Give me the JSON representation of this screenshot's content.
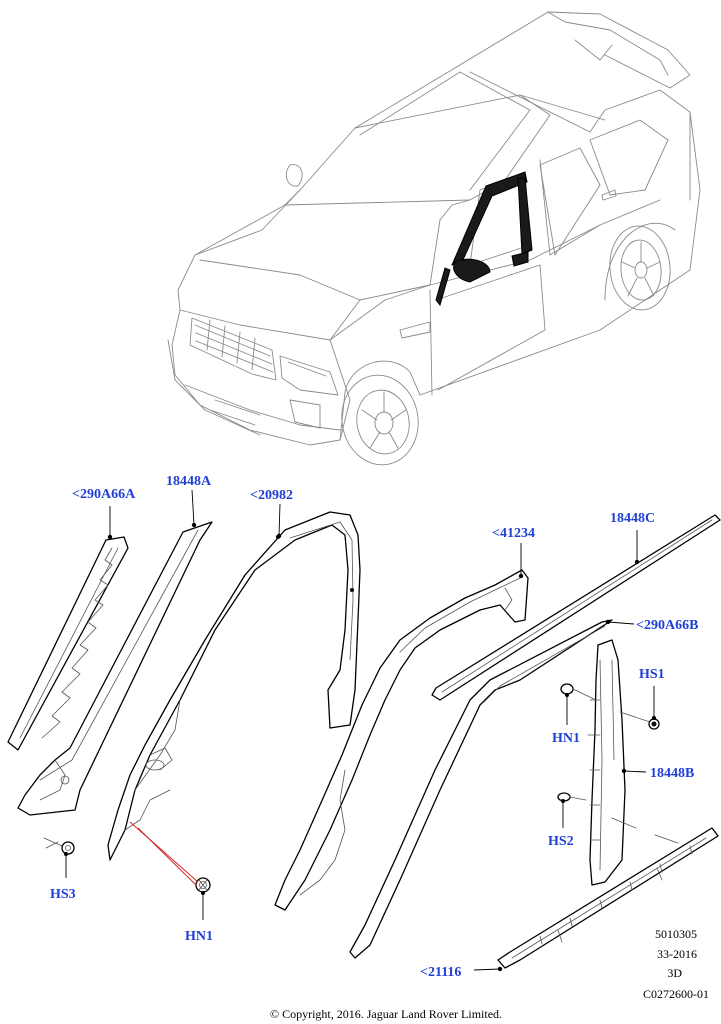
{
  "callouts": {
    "c290a66a": "<290A66A",
    "c18448a": "18448A",
    "c20982": "<20982",
    "c41234": "<41234",
    "c18448c": "18448C",
    "c290a66b": "<290A66B",
    "hs1": "HS1",
    "hn1_right": "HN1",
    "c18448b": "18448B",
    "hs2": "HS2",
    "hs3": "HS3",
    "hn1_left": "HN1",
    "c21116": "<21116"
  },
  "reference": {
    "line1": "5010305",
    "line2": "33-2016",
    "line3": "3D",
    "line4": "C0272600-01"
  },
  "copyright": "© Copyright, 2016. Jaguar Land Rover Limited.",
  "colors": {
    "callout": "#1f3fd6",
    "highlight_leader": "#d42020"
  }
}
